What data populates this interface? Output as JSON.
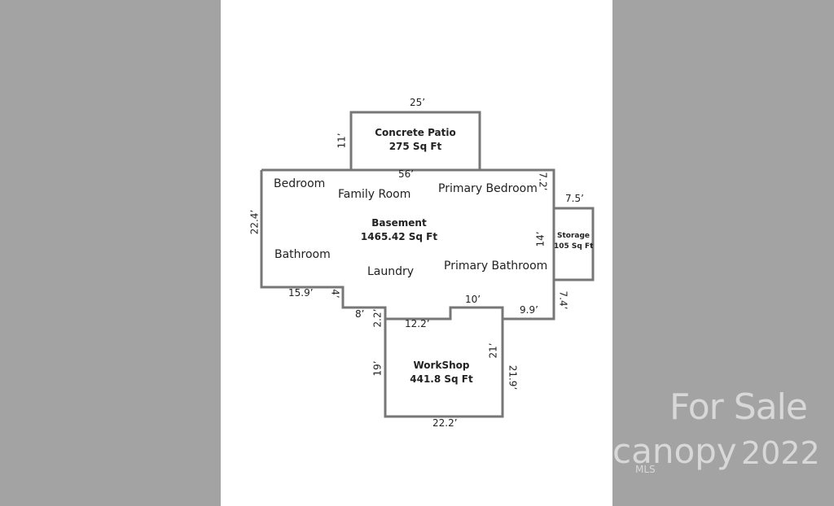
{
  "rooms": {
    "patio": {
      "name": "Concrete Patio",
      "area": "275 Sq Ft"
    },
    "basement": {
      "name": "Basement",
      "area": "1465.42 Sq Ft"
    },
    "storage": {
      "name": "Storage",
      "area": "105 Sq Ft"
    },
    "workshop": {
      "name": "WorkShop",
      "area": "441.8 Sq Ft"
    }
  },
  "labels": {
    "bedroom": "Bedroom",
    "family_room": "Family Room",
    "primary_bedroom": "Primary Bedroom",
    "bathroom": "Bathroom",
    "laundry": "Laundry",
    "primary_bathroom": "Primary Bathroom"
  },
  "dimensions": {
    "patio_top": "25’",
    "patio_side": "11’",
    "basement_top": "56’",
    "right_top": "7.2’",
    "storage_top": "7.5’",
    "left_side": "22.4’",
    "right_mid": "14’",
    "bottom_left": "15.9’",
    "step_4": "4’",
    "step_8": "8’",
    "step_2_2": "2.2’",
    "ws_top": "12.2’",
    "notch_10": "10’",
    "bottom_right": "9.9’",
    "right_low": "7.4’",
    "ws_left": "19’",
    "ws_right_inner": "21’",
    "ws_right": "21.9’",
    "ws_bottom": "22.2’"
  },
  "watermark": {
    "for_sale": "For Sale",
    "brand": "canopy",
    "year": "2022",
    "mls": "MLS"
  }
}
